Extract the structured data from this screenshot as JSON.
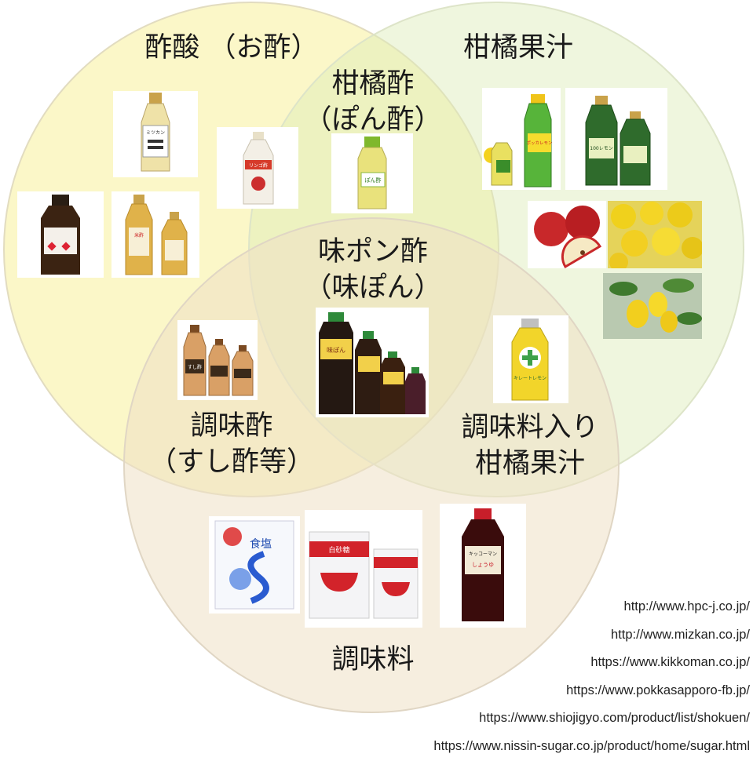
{
  "diagram": {
    "sets": [
      {
        "id": "vinegar",
        "lines": [
          "酢酸 （お酢）"
        ],
        "color": "#f7f19b"
      },
      {
        "id": "citrus",
        "lines": [
          "柑橘果汁"
        ],
        "color": "#dcecb5"
      },
      {
        "id": "seasoning",
        "lines": [
          "調味料"
        ],
        "color": "#efe0c4"
      }
    ],
    "intersections": [
      {
        "id": "citrus-vinegar",
        "lines": [
          "柑橘酢",
          "（ぽん酢）"
        ]
      },
      {
        "id": "ajipon",
        "lines": [
          "味ポン酢",
          "（味ぽん）"
        ]
      },
      {
        "id": "seasoned-vinegar",
        "lines": [
          "調味酢",
          "（すし酢等）"
        ]
      },
      {
        "id": "seasoned-juice",
        "lines": [
          "調味料入り",
          "柑橘果汁"
        ]
      }
    ],
    "product_labels": {
      "mizkan": "ミツカン",
      "apple_vinegar": "リンゴ酢",
      "pon_su": "ぽん酢",
      "rice_vinegar": "米酢",
      "pokka_lemon": "ポッカレモン",
      "lemon_100": "100レモン",
      "sushi_su": "すし酢",
      "aji_pon": "味ぽん",
      "kireto_lemon": "キレートレモン",
      "salt": "食塩",
      "sugar": "白砂糖",
      "kikkoman": "キッコーマン",
      "shoyu": "しょうゆ"
    }
  },
  "credits": [
    "http://www.hpc-j.co.jp/",
    "http://www.mizkan.co.jp/",
    "https://www.kikkoman.co.jp/",
    "https://www.pokkasapporo-fb.jp/",
    "https://www.shiojigyo.com/product/list/shokuen/",
    "https://www.nissin-sugar.co.jp/product/home/sugar.html"
  ]
}
